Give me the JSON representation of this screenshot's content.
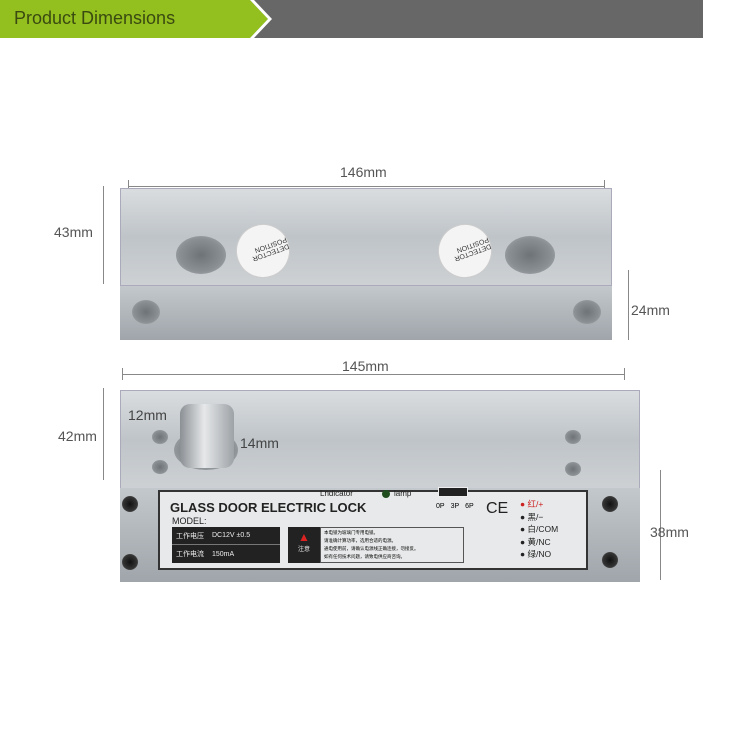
{
  "header": {
    "title": "Product Dimensions",
    "accent_color": "#93c01f",
    "bar_color": "#676767"
  },
  "top_view": {
    "length": "146mm",
    "height": "43mm",
    "front_height": "24mm",
    "sticker_text": "DETECTOR POSITION"
  },
  "bottom_view": {
    "length": "145mm",
    "height": "42mm",
    "bolt_width": "12mm",
    "bolt_height": "14mm",
    "panel_height": "38mm"
  },
  "label": {
    "title": "GLASS DOOR ELECTRIC LOCK",
    "model": "MODEL:",
    "indicator": "Lndicator",
    "lamp": "lamp",
    "dip": [
      "0P",
      "3P",
      "6P"
    ],
    "ce": "CE",
    "specs": [
      {
        "k": "工作电压",
        "v": "DC12V ±0.5"
      },
      {
        "k": "工作电流",
        "v": "150mA"
      }
    ],
    "warning": "注意",
    "notes": [
      "本电锁为玻璃门专用电锁。",
      "请准确计算功率，选用合适的电源。",
      "通电使用前，请确认电源线正确连接，勿接反。",
      "如有任何技术问题，请致电供应商咨询。"
    ],
    "wires": [
      "红/+",
      "黑/−",
      "白/COM",
      "黄/NC",
      "绿/NO"
    ]
  }
}
